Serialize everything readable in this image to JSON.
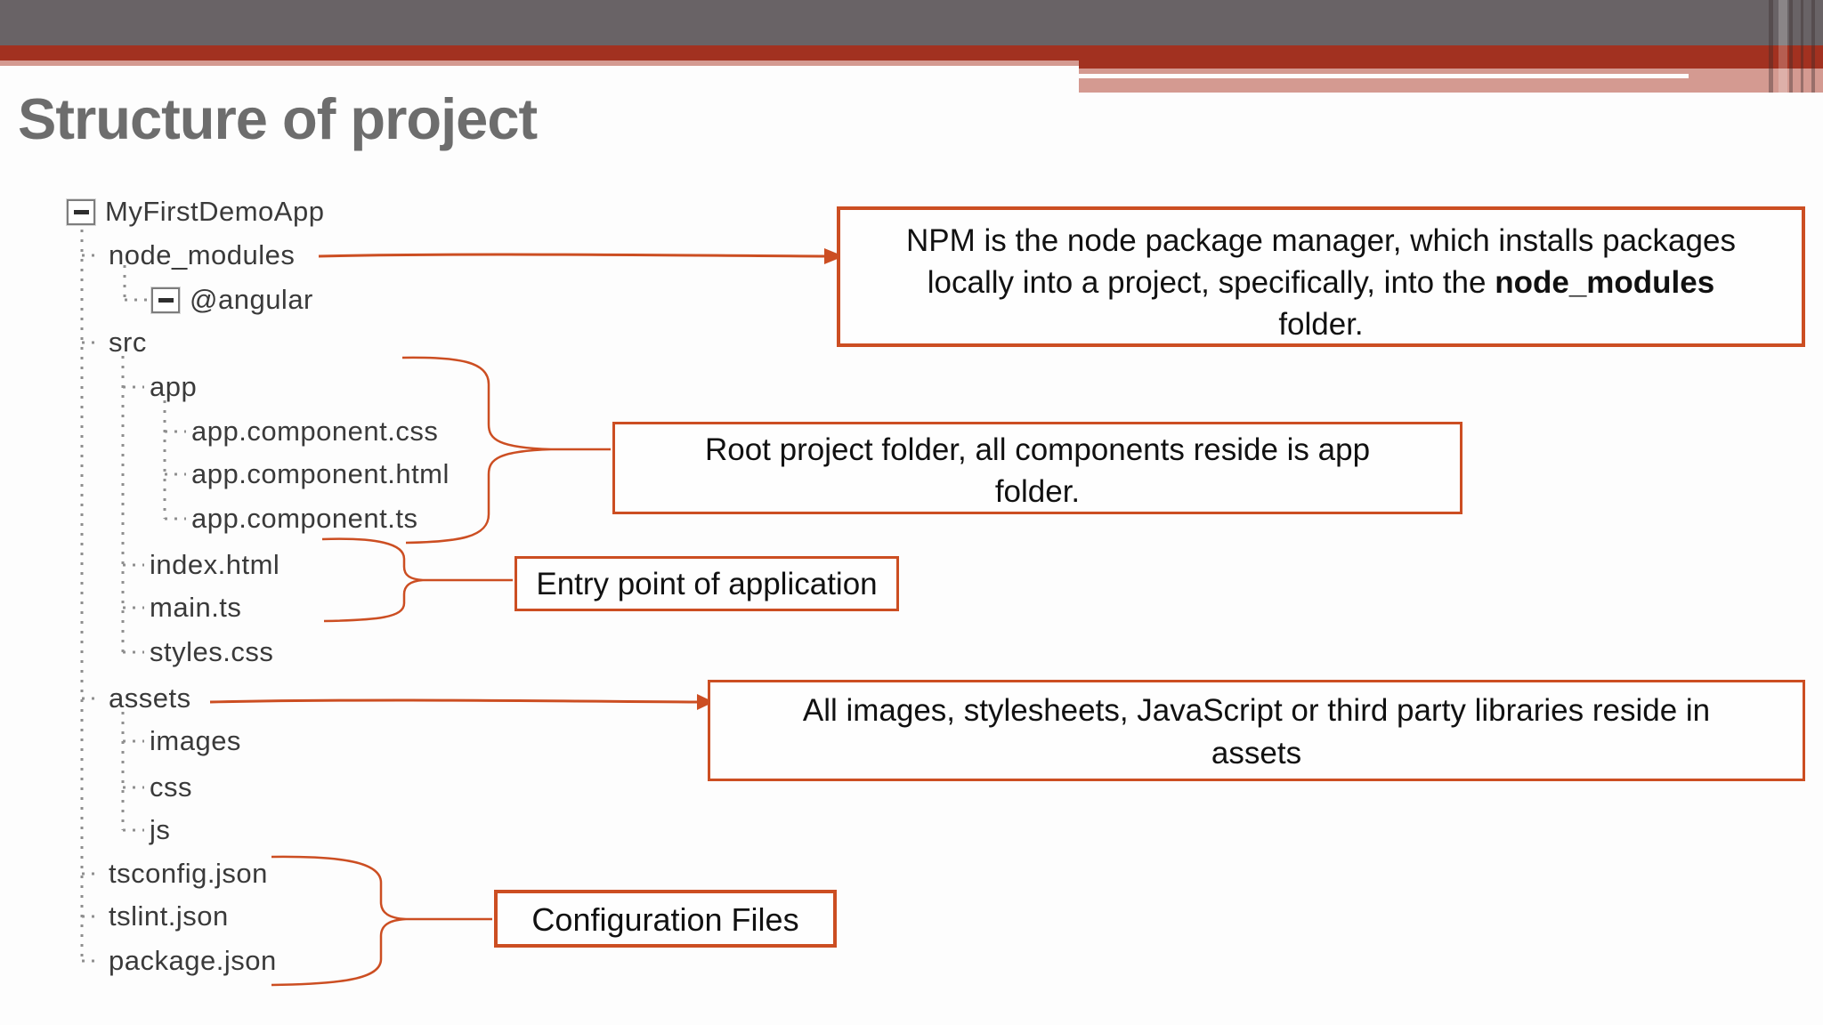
{
  "slide": {
    "title": "Structure of project"
  },
  "colors": {
    "accent": "#cc4e22",
    "header_gray": "#696366",
    "header_red": "#a23120",
    "header_pink": "#d49a91",
    "title_text": "#6d6d6d",
    "tree_text": "#3a3a3a",
    "connector_gray": "#8f8f8f",
    "box_text": "#111111"
  },
  "tree": {
    "items": [
      {
        "label": "MyFirstDemoApp",
        "level": 0,
        "icon": "minus-box"
      },
      {
        "label": "node_modules",
        "level": 1
      },
      {
        "label": "@angular",
        "level": 2,
        "icon": "minus-box"
      },
      {
        "label": "src",
        "level": 1
      },
      {
        "label": "app",
        "level": 2
      },
      {
        "label": "app.component.css",
        "level": 3
      },
      {
        "label": "app.component.html",
        "level": 3
      },
      {
        "label": "app.component.ts",
        "level": 3
      },
      {
        "label": "index.html",
        "level": 2
      },
      {
        "label": "main.ts",
        "level": 2
      },
      {
        "label": "styles.css",
        "level": 2
      },
      {
        "label": "assets",
        "level": 1
      },
      {
        "label": "images",
        "level": 2
      },
      {
        "label": "css",
        "level": 2
      },
      {
        "label": "js",
        "level": 2
      },
      {
        "label": "tsconfig.json",
        "level": 1
      },
      {
        "label": "tslint.json",
        "level": 1
      },
      {
        "label": "package.json",
        "level": 1
      }
    ]
  },
  "callouts": {
    "npm": {
      "line1": "NPM is the node package manager, which installs packages",
      "line2_pre": "locally into a project, specifically, into the ",
      "line2_bold": "node_modules",
      "line3": "folder."
    },
    "root": {
      "line1": "Root project folder, all components reside is app",
      "line2": "folder."
    },
    "entry": {
      "text": "Entry point of application"
    },
    "assets": {
      "line1": "All images, stylesheets, JavaScript or third party libraries reside in",
      "line2": "assets"
    },
    "config": {
      "text": "Configuration Files"
    }
  }
}
